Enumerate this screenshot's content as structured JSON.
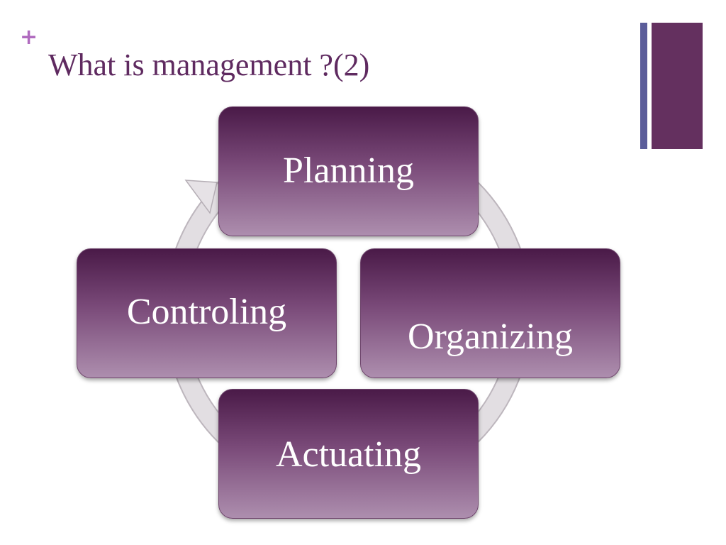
{
  "slide": {
    "bullet_symbol": "+",
    "title": "What is management ?(2)"
  },
  "cycle": {
    "steps": [
      {
        "label": "Planning"
      },
      {
        "label": "Organizing"
      },
      {
        "label": "Actuating"
      },
      {
        "label": "Controling"
      }
    ],
    "arrow_direction": "clockwise"
  },
  "colors": {
    "title": "#5f2a60",
    "plus": "#b06bbf",
    "box_top": "#4a1a48",
    "box_bottom": "#ad8eae",
    "ring": "#d7d3d7",
    "accent_bar_thin": "#5b5d9a",
    "accent_bar_thick": "#64305f"
  }
}
